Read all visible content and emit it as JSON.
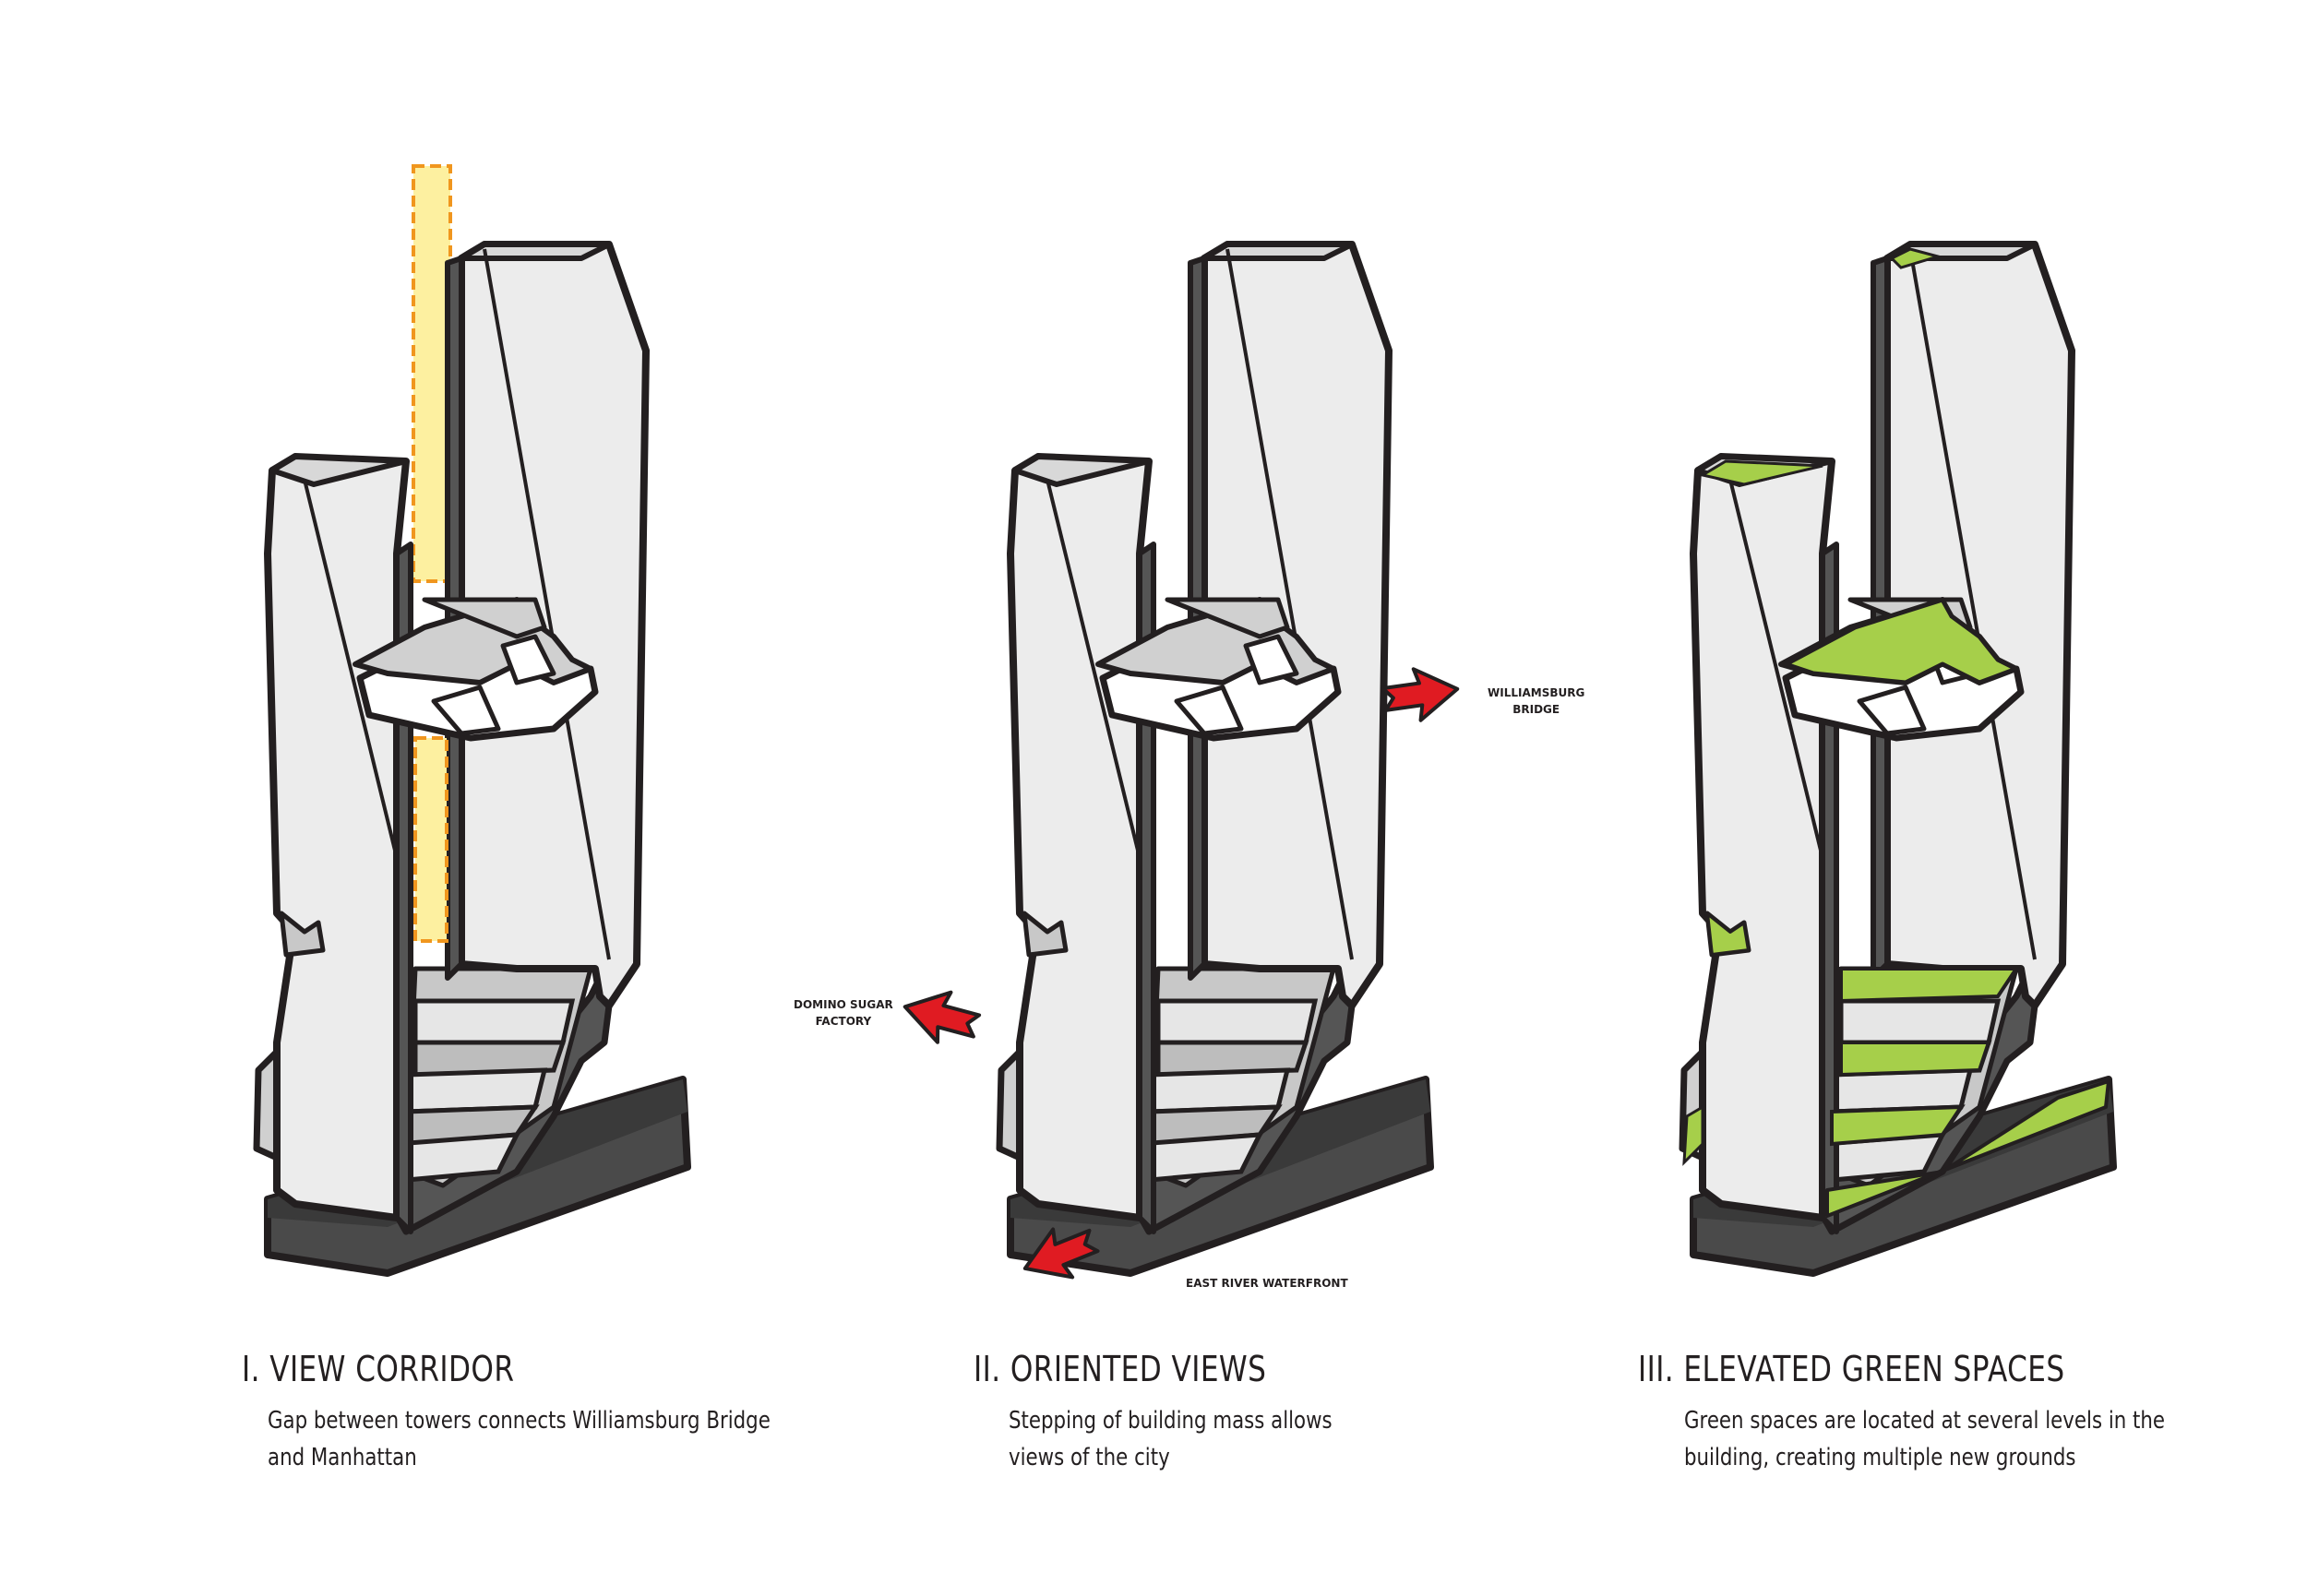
{
  "colors": {
    "outline": "#231f20",
    "tower_face": "#ececec",
    "tower_face_light": "#f4f4f4",
    "shade": "#c8c8c8",
    "dark_shade": "#555555",
    "base": "#4a4a4a",
    "corridor_fill": "#fdf0a0",
    "corridor_stroke": "#f0961e",
    "green": "#a6cf4a",
    "arrow_red": "#e01b22"
  },
  "panels": [
    {
      "title": "I. VIEW CORRIDOR",
      "description_line1": "Gap between towers connects Williamsburg Bridge",
      "description_line2": "and Manhattan"
    },
    {
      "title": "II. ORIENTED VIEWS",
      "description_line1": "Stepping of building mass allows",
      "description_line2": "views of the city"
    },
    {
      "title": "III. ELEVATED GREEN SPACES",
      "description_line1": "Green spaces are located at several levels in the",
      "description_line2": "building, creating multiple new grounds"
    }
  ],
  "callouts": {
    "williamsburg_line1": "WILLIAMSBURG",
    "williamsburg_line2": "BRIDGE",
    "domino_line1": "DOMINO SUGAR",
    "domino_line2": "FACTORY",
    "east_river": "EAST RIVER WATERFRONT"
  },
  "icons": {
    "view_arrow": "arrow-icon",
    "corridor": "view-corridor-band"
  }
}
